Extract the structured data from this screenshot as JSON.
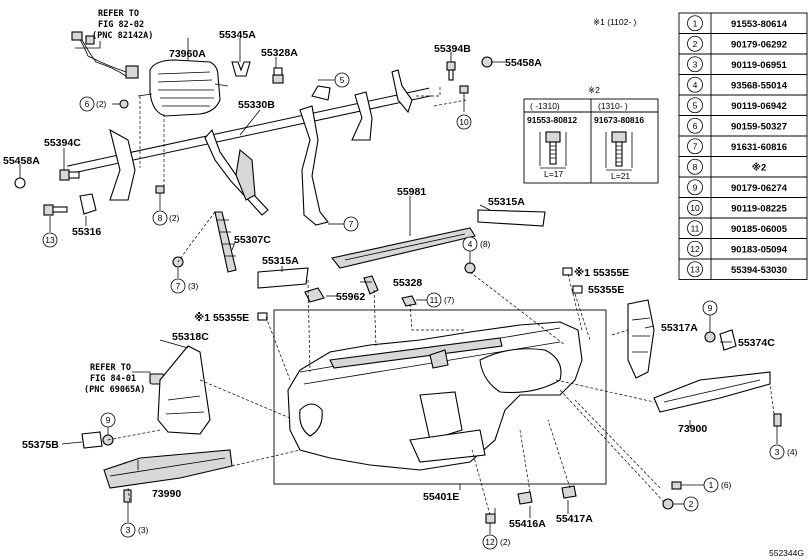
{
  "header_note": "※1 (1102-    )",
  "figure_code": "552344G",
  "refs": [
    {
      "line1": "REFER TO",
      "line2": "FIG 82-02",
      "line3": "(PNC 82142A)"
    },
    {
      "line1": "REFER TO",
      "line2": "FIG 84-01",
      "line3": "(PNC 69065A)"
    }
  ],
  "labels": {
    "l55345A": "55345A",
    "l55328A": "55328A",
    "l73960A": "73960A",
    "l55394B": "55394B",
    "l55458A_top": "55458A",
    "l55330B": "55330B",
    "l55394C": "55394C",
    "l55458A_left": "55458A",
    "l55316": "55316",
    "l55307C": "55307C",
    "l55981": "55981",
    "l55315A_r": "55315A",
    "l55315A_l": "55315A",
    "l55328": "55328",
    "l55962": "55962",
    "l55355E_top": "※1 55355E",
    "l55355E_r": "55355E",
    "l55355E_l": "※1 55355E",
    "l55317A": "55317A",
    "l55374C": "55374C",
    "l55318C": "55318C",
    "l73900": "73900",
    "l55375B": "55375B",
    "l73990": "73990",
    "l55401E": "55401E",
    "l55416A": "55416A",
    "l55417A": "55417A"
  },
  "callouts": {
    "c6_2": "(2)",
    "c8_2": "(2)",
    "c7_3": "(3)",
    "c4_8": "(8)",
    "c11_7": "(7)",
    "c3_3": "(3)",
    "c3_4": "(4)",
    "c1_6": "(6)",
    "c12_2": "(2)"
  },
  "circle_nums": [
    "1",
    "2",
    "3",
    "4",
    "5",
    "6",
    "7",
    "8",
    "9",
    "10",
    "11",
    "12",
    "13"
  ],
  "bolt_box": {
    "title": "※2",
    "col1_head": "(    -1310)",
    "col2_head": "(1310-    )",
    "col1_pn": "91553-80812",
    "col2_pn": "91673-80816",
    "col1_len": "L=17",
    "col2_len": "L=21"
  },
  "parts_table": [
    {
      "no": "1",
      "pn": "91553-80614"
    },
    {
      "no": "2",
      "pn": "90179-06292"
    },
    {
      "no": "3",
      "pn": "90119-06951"
    },
    {
      "no": "4",
      "pn": "93568-55014"
    },
    {
      "no": "5",
      "pn": "90119-06942"
    },
    {
      "no": "6",
      "pn": "90159-50327"
    },
    {
      "no": "7",
      "pn": "91631-60816"
    },
    {
      "no": "8",
      "pn": "※2"
    },
    {
      "no": "9",
      "pn": "90179-06274"
    },
    {
      "no": "10",
      "pn": "90119-08225"
    },
    {
      "no": "11",
      "pn": "90185-06005"
    },
    {
      "no": "12",
      "pn": "90183-05094"
    },
    {
      "no": "13",
      "pn": "55394-53030"
    }
  ]
}
